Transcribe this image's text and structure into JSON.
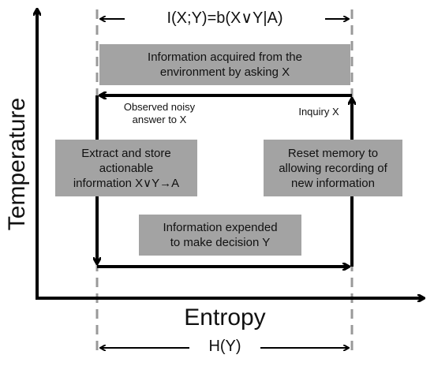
{
  "top_formula": "I(X;Y)=b(X∨Y|A)",
  "bottom_formula": "H(Y)",
  "y_axis_title": "Temperature",
  "x_axis_title": "Entropy",
  "boxes": {
    "top": [
      "Information acquired from the",
      "environment by asking X"
    ],
    "left": [
      "Extract and store",
      "actionable",
      "information X∨Y→A"
    ],
    "right": [
      "Reset memory to",
      "allowing recording of",
      "new information"
    ],
    "bottom": [
      "Information expended",
      "to make decision Y"
    ]
  },
  "labels": {
    "observed": [
      "Observed noisy",
      "answer to X"
    ],
    "inquiry": "Inquiry X"
  },
  "colors": {
    "box_fill": "#a3a3a3",
    "line": "#000000",
    "dashed": "#999999"
  }
}
